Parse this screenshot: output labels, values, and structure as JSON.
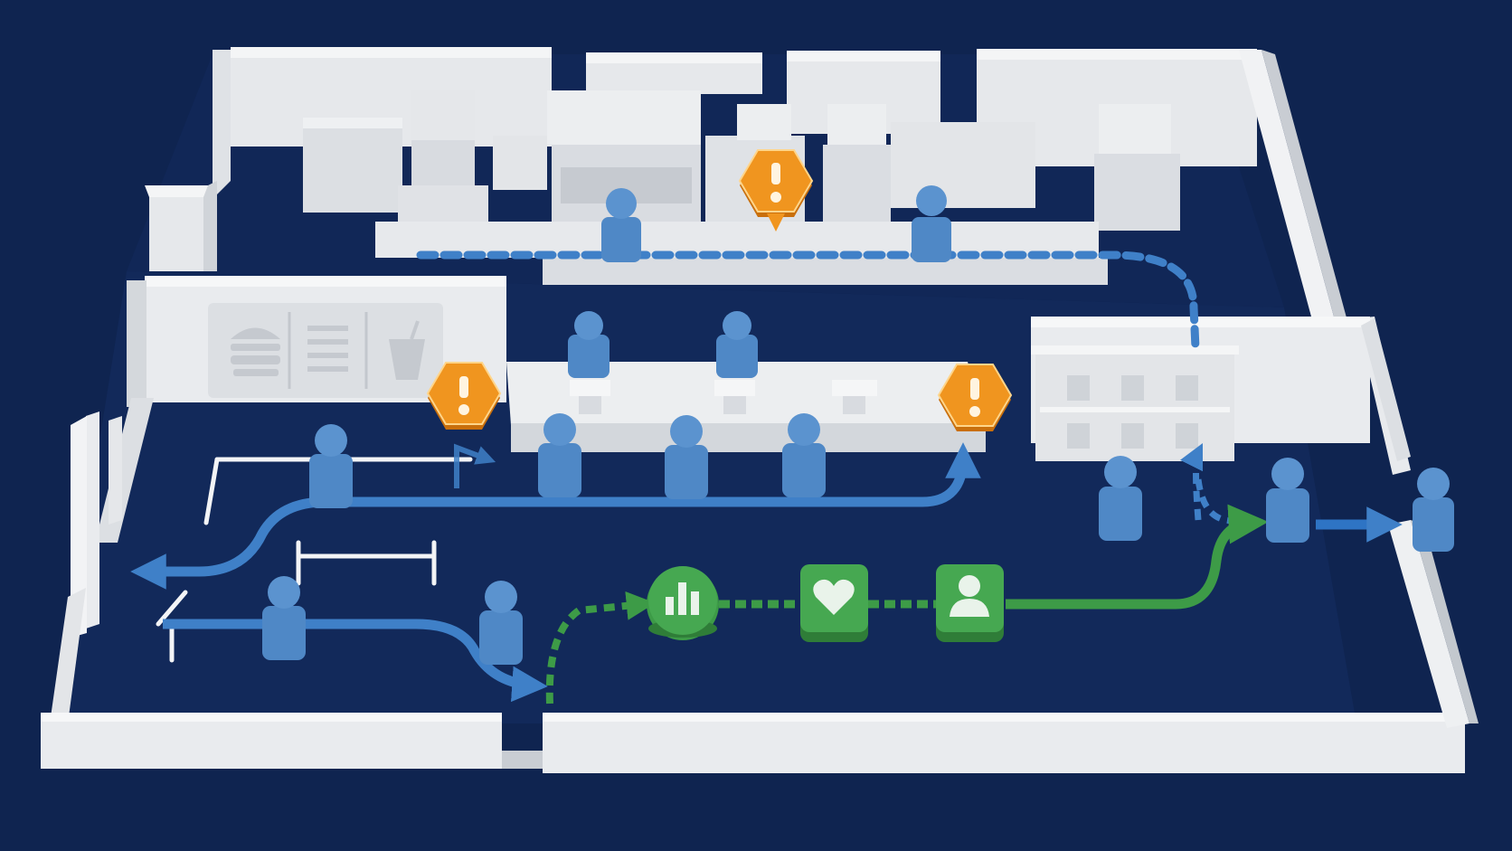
{
  "colors": {
    "background": "#0f2450",
    "floor": "#12295a",
    "wall_top": "#f0f1f3",
    "wall_side": "#c9cdd3",
    "equipment": "#e1e3e6",
    "person": "#5b93cf",
    "person_dark": "#3f77b6",
    "flow_path": "#3f80c8",
    "exit_path": "#2e74c4",
    "digital_path": "#3d9b47",
    "digital_node": "#3d9b47",
    "alert": "#e88b1a"
  },
  "icons": {
    "alert": "exclamation",
    "nodes": [
      "bar-chart",
      "heart",
      "user"
    ],
    "menu_board": [
      "burger",
      "menu-list",
      "drink-cup"
    ]
  },
  "zones": [
    "kitchen",
    "menu-board",
    "order-counter",
    "pickup-shelf",
    "entrance",
    "exit"
  ],
  "stats": {
    "staff_in_kitchen": 2,
    "staff_at_counter": 2,
    "customers_at_counter": 3,
    "customers_in_queue": 4,
    "customers_at_pickup": 2,
    "alerts": 3,
    "digital_steps": 3
  }
}
